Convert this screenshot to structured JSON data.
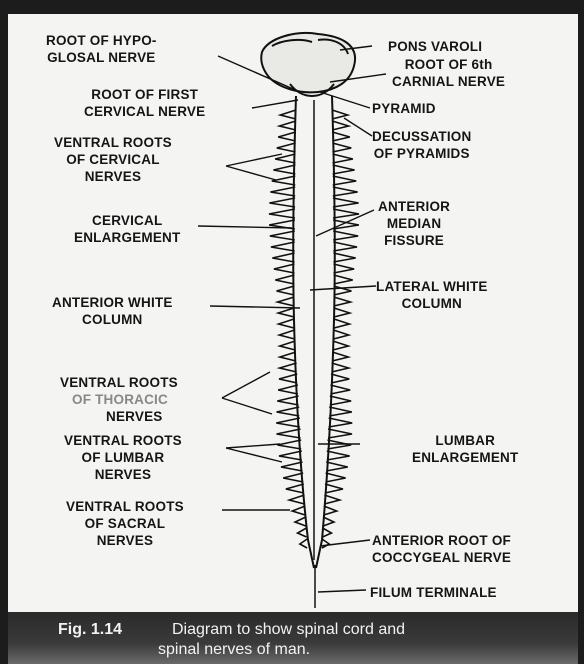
{
  "labels_left": {
    "root_hypoglossal": "ROOT OF HYPO-\nGLOSAL NERVE",
    "root_first_cervical": "ROOT OF FIRST\nCERVICAL NERVE",
    "ventral_cervical": "VENTRAL ROOTS\nOF CERVICAL\nNERVES",
    "cervical_enlargement": "CERVICAL\nENLARGEMENT",
    "anterior_white_column": "ANTERIOR WHITE\nCOLUMN",
    "ventral_thoracic_1": "VENTRAL ROOTS",
    "ventral_thoracic_2": "OF THORACIC",
    "ventral_thoracic_3": "NERVES",
    "ventral_lumbar": "VENTRAL ROOTS\nOF LUMBAR\nNERVES",
    "ventral_sacral": "VENTRAL ROOTS\nOF SACRAL\nNERVES"
  },
  "labels_right": {
    "pons_varoli": "PONS VAROLI",
    "root_6th_cranial": "ROOT OF 6th\nCARNIAL NERVE",
    "pyramid": "PYRAMID",
    "decussation": "DECUSSATION\nOF PYRAMIDS",
    "anterior_median_fissure": "ANTERIOR\nMEDIAN\nFISSURE",
    "lateral_white_column": "LATERAL WHITE\nCOLUMN",
    "lumbar_enlargement": "LUMBAR\nENLARGEMENT",
    "anterior_root_coccygeal": "ANTERIOR ROOT OF\nCOCCYGEAL NERVE",
    "filum_terminale": "FILUM TERMINALE"
  },
  "caption": {
    "fig_no": "Fig. 1.14",
    "line1": "Diagram to show spinal cord and",
    "line2": "spinal nerves of man."
  }
}
